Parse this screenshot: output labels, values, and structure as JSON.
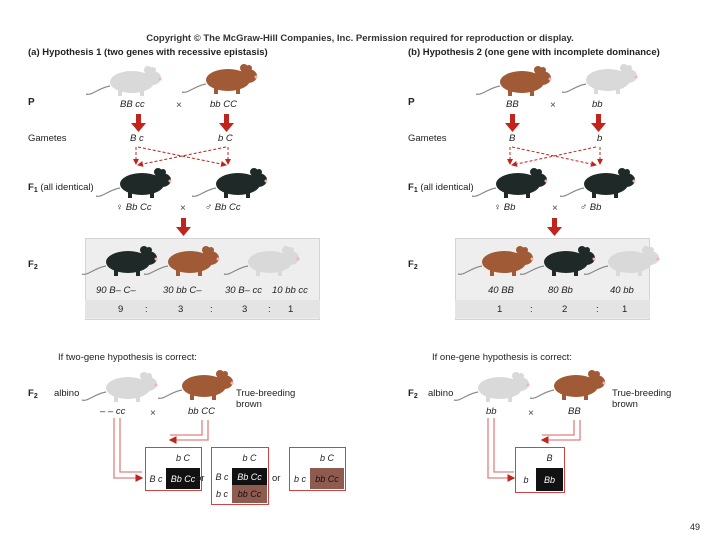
{
  "copyright": "Copyright © The McGraw-Hill Companies, Inc. Permission required for reproduction or display.",
  "page_number": "49",
  "colors": {
    "red": "#c0241c",
    "black_mouse": "#1f2a28",
    "brown_mouse": "#a05a36",
    "albino_mouse": "#d9d9d9",
    "cell_brown": "#8e5b4e"
  },
  "left": {
    "letter": "(a)",
    "title": "Hypothesis 1 (two genes with recessive epistasis)",
    "p_label": "P",
    "p_genotypes": [
      "BB cc",
      "bb CC"
    ],
    "gametes_label": "Gametes",
    "gametes": [
      "B c",
      "b C"
    ],
    "f1_label": "F",
    "f1_sub": "1",
    "f1_note": "(all identical)",
    "f1_female": "♀ Bb Cc",
    "f1_male": "♂ Bb Cc",
    "f2_label": "F",
    "f2_sub": "2",
    "f2_classes": [
      "90 B– C–",
      "30 bb C–",
      "30 B– cc",
      "10 bb cc"
    ],
    "f2_ratio": [
      "9",
      ":",
      "3",
      ":",
      "3",
      ":",
      "1"
    ],
    "test_heading": "If two-gene hypothesis is correct:",
    "test_f2": "F",
    "test_f2_sub": "2",
    "albino": "albino",
    "albino_geno": "– – cc",
    "brown_line1": "True-breeding",
    "brown_line2": "brown",
    "brown_geno": "bb CC",
    "or1": "or",
    "or2": "or",
    "square1": {
      "top": "b C",
      "side": "B c",
      "cell": "Bb Cc"
    },
    "square2": {
      "top": "b C",
      "side": [
        "B c",
        "b c"
      ],
      "cells": [
        "Bb Cc",
        "bb Cc"
      ]
    },
    "square3": {
      "top": "b C",
      "side": "b c",
      "cell": "bb Cc"
    }
  },
  "right": {
    "letter": "(b)",
    "title": "Hypothesis 2 (one gene with incomplete dominance)",
    "p_label": "P",
    "p_genotypes": [
      "BB",
      "bb"
    ],
    "gametes_label": "Gametes",
    "gametes": [
      "B",
      "b"
    ],
    "f1_label": "F",
    "f1_sub": "1",
    "f1_note": "(all identical)",
    "f1_female": "♀ Bb",
    "f1_male": "♂ Bb",
    "f2_label": "F",
    "f2_sub": "2",
    "f2_classes": [
      "40 BB",
      "80 Bb",
      "40 bb"
    ],
    "f2_ratio": [
      "1",
      ":",
      "2",
      ":",
      "1"
    ],
    "test_heading": "If one-gene hypothesis is correct:",
    "test_f2": "F",
    "test_f2_sub": "2",
    "albino": "albino",
    "albino_geno": "bb",
    "brown_line1": "True-breeding",
    "brown_line2": "brown",
    "brown_geno": "BB",
    "square": {
      "top": "B",
      "side": "b",
      "cell": "Bb"
    }
  },
  "times": "×"
}
